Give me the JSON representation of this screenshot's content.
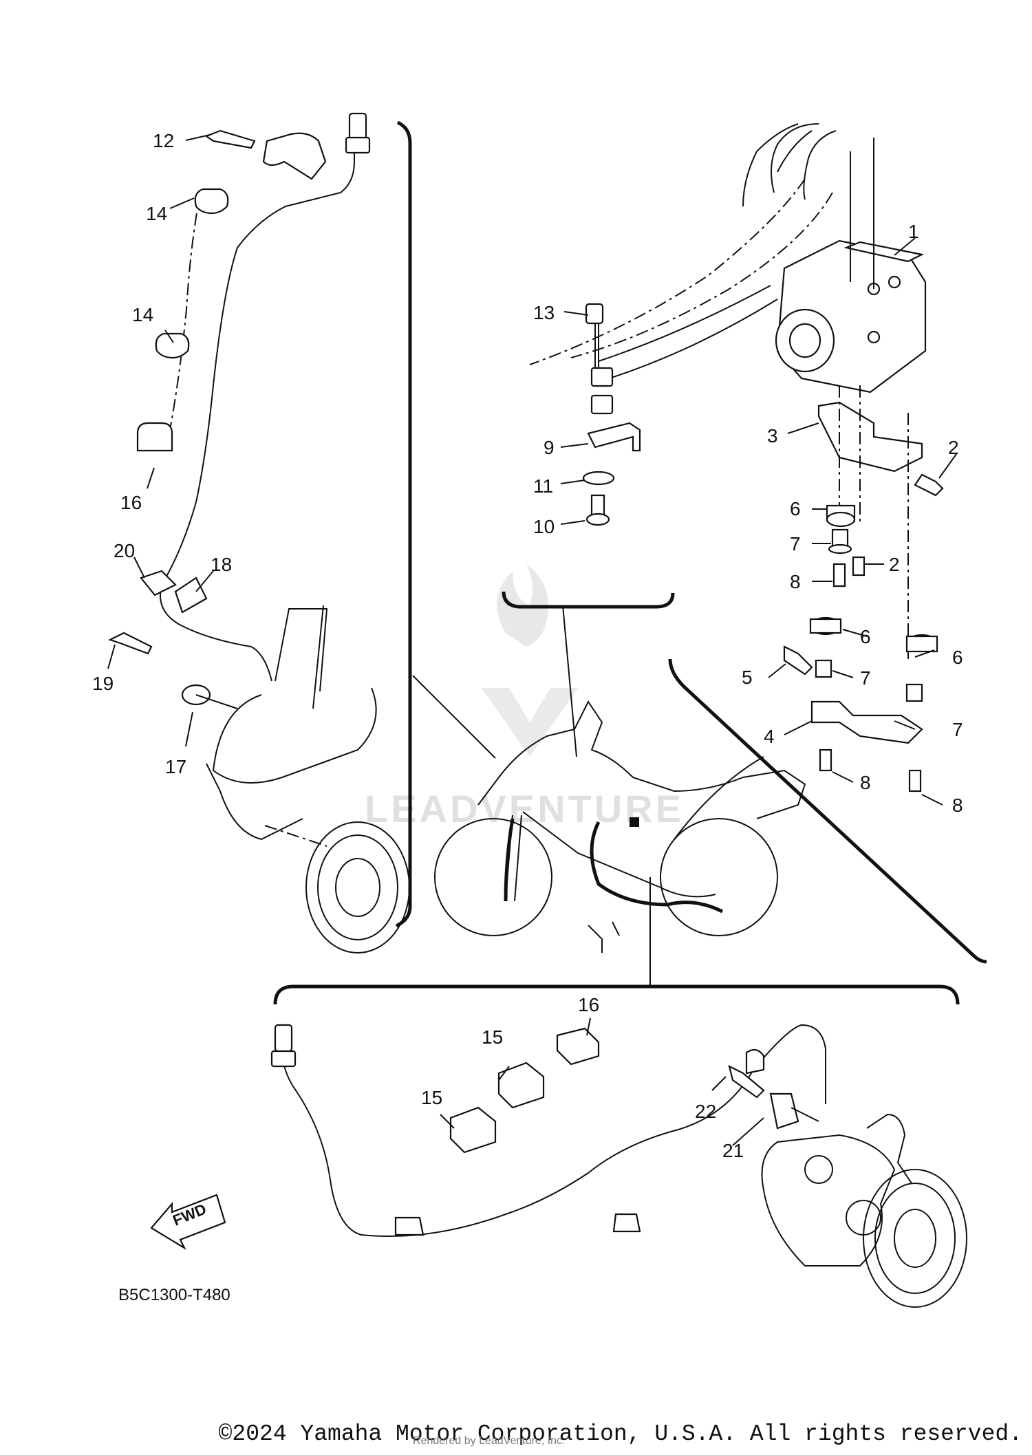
{
  "callouts": [
    {
      "id": "c12",
      "text": "12"
    },
    {
      "id": "c14a",
      "text": "14"
    },
    {
      "id": "c14b",
      "text": "14"
    },
    {
      "id": "c16a",
      "text": "16"
    },
    {
      "id": "c20",
      "text": "20"
    },
    {
      "id": "c18",
      "text": "18"
    },
    {
      "id": "c19",
      "text": "19"
    },
    {
      "id": "c17",
      "text": "17"
    },
    {
      "id": "c13",
      "text": "13"
    },
    {
      "id": "c9",
      "text": "9"
    },
    {
      "id": "c11",
      "text": "11"
    },
    {
      "id": "c10",
      "text": "10"
    },
    {
      "id": "c1",
      "text": "1"
    },
    {
      "id": "c3",
      "text": "3"
    },
    {
      "id": "c2a",
      "text": "2"
    },
    {
      "id": "c6a",
      "text": "6"
    },
    {
      "id": "c7a",
      "text": "7"
    },
    {
      "id": "c2b",
      "text": "2"
    },
    {
      "id": "c8a",
      "text": "8"
    },
    {
      "id": "c6b",
      "text": "6"
    },
    {
      "id": "c6c",
      "text": "6"
    },
    {
      "id": "c5",
      "text": "5"
    },
    {
      "id": "c7b",
      "text": "7"
    },
    {
      "id": "c7c",
      "text": "7"
    },
    {
      "id": "c4",
      "text": "4"
    },
    {
      "id": "c8b",
      "text": "8"
    },
    {
      "id": "c8c",
      "text": "8"
    },
    {
      "id": "c16b",
      "text": "16"
    },
    {
      "id": "c15a",
      "text": "15"
    },
    {
      "id": "c15b",
      "text": "15"
    },
    {
      "id": "c22",
      "text": "22"
    },
    {
      "id": "c21",
      "text": "21"
    }
  ],
  "fwd_label": "FWD",
  "diagram_code": "B5C1300-T480",
  "watermark": "LEADVENTURE",
  "copyright": "©2024 Yamaha Motor Corporation, U.S.A. All rights reserved.",
  "rendered_by": "Rendered by LeadVenture, Inc."
}
